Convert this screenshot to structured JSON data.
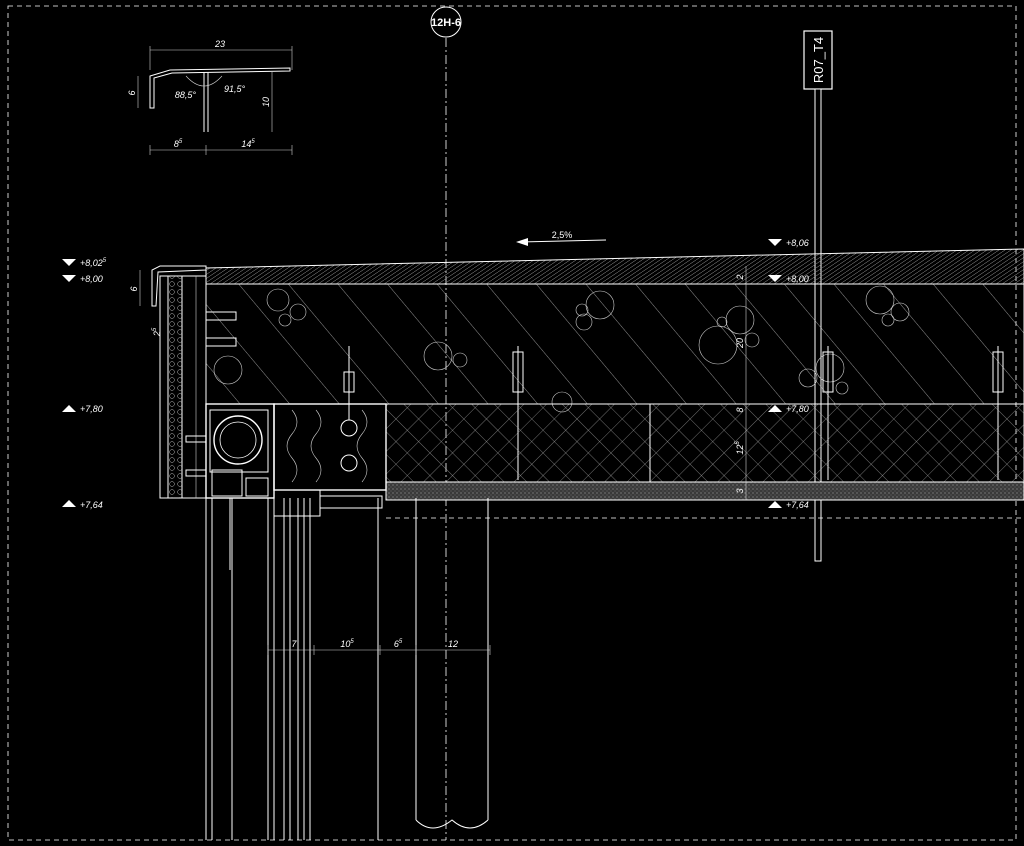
{
  "grid_marker": "12H-6",
  "section_tag": "R07_T4",
  "slope": "2,5%",
  "profile_detail": {
    "top_dim": "23",
    "left_dim": "6",
    "right_dim": "10",
    "angle_left": "88,5°",
    "angle_right": "91,5°",
    "bottom_left_dim": "8",
    "bottom_left_sup": "5",
    "bottom_right_dim": "14",
    "bottom_right_sup": "5"
  },
  "levels_left": [
    {
      "value": "+8,02",
      "sup": "5",
      "dir": "down"
    },
    {
      "value": "+8,00",
      "sup": "",
      "dir": "down"
    },
    {
      "value": "+7,80",
      "sup": "",
      "dir": "up"
    },
    {
      "value": "+7,64",
      "sup": "",
      "dir": "up"
    }
  ],
  "levels_right": [
    {
      "value": "+8,06",
      "dir": "down"
    },
    {
      "value": "+8,00",
      "dir": "down"
    },
    {
      "value": "+7,80",
      "dir": "up"
    },
    {
      "value": "+7,64",
      "dir": "up"
    }
  ],
  "edge_dims": {
    "parapet_height": "6",
    "parapet_gap": "2",
    "parapet_gap_sup": "5"
  },
  "layer_dims": [
    "2",
    "20",
    "8",
    "12",
    "5",
    "3"
  ],
  "bottom_dims": {
    "d1": "7",
    "d2": "10",
    "d2_sup": "5",
    "d3": "6",
    "d3_sup": "5",
    "d4": "12"
  },
  "colors": {
    "background": "#000000",
    "line": "#ffffff",
    "concrete_fill": "#3a3a3a"
  }
}
